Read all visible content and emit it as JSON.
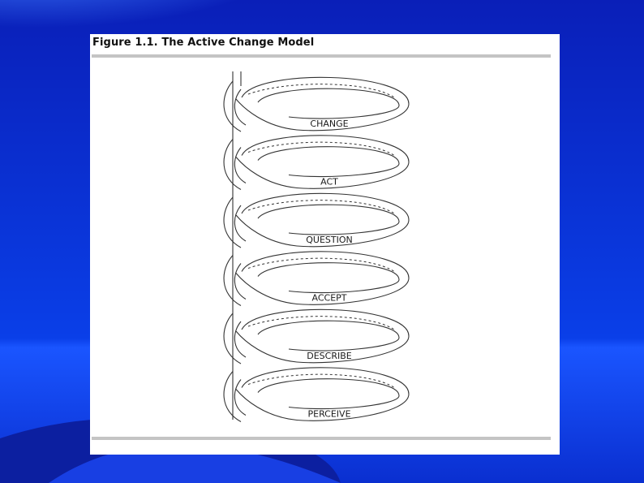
{
  "figure": {
    "title": "Figure 1.1.  The Active Change Model"
  },
  "stages": [
    {
      "label": "CHANGE"
    },
    {
      "label": "ACT"
    },
    {
      "label": "QUESTION"
    },
    {
      "label": "ACCEPT"
    },
    {
      "label": "DESCRIBE"
    },
    {
      "label": "PERCEIVE"
    }
  ],
  "colors": {
    "background_dark": "#0014a8",
    "background_light": "#2e6bff",
    "panel": "#ffffff",
    "rule": "#c4c4c4",
    "line": "#333333"
  }
}
